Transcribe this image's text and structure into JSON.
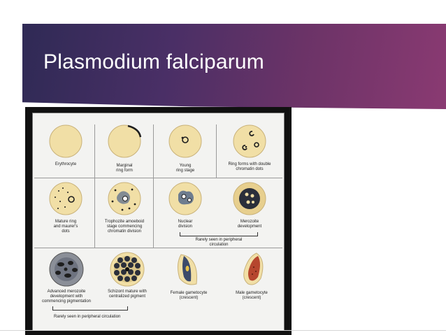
{
  "slide": {
    "title": "Plasmodium falciparum"
  },
  "figure": {
    "stages": [
      {
        "lines": [
          "Erythrocyte"
        ]
      },
      {
        "lines": [
          "Marginal",
          "ring form"
        ]
      },
      {
        "lines": [
          "Young",
          "ring stage"
        ]
      },
      {
        "lines": [
          "Ring forms with double",
          "chromatin dots"
        ]
      },
      {
        "lines": [
          "Mature ring",
          "and maurer's",
          "dots"
        ]
      },
      {
        "lines": [
          "Trophozite amoeboid",
          "stage commencing",
          "chromatin division"
        ]
      },
      {
        "lines": [
          "Nuclear",
          "division"
        ]
      },
      {
        "lines": [
          "Merozoite",
          "development"
        ]
      },
      {
        "lines": [
          "Advanced merozoite",
          "development with",
          "commencing pigmentation"
        ]
      },
      {
        "lines": [
          "Schizont mature with",
          "centralized pigment"
        ]
      },
      {
        "lines": [
          "Female gametocyte",
          "(crescent)"
        ]
      },
      {
        "lines": [
          "Male gametocyte",
          "(crescent)"
        ]
      }
    ],
    "notes": {
      "row2": [
        "Rarely seen in peripheral",
        "circulation"
      ],
      "row3": "Rarely seen in peripheral circulation"
    },
    "colors": {
      "erythrocyte": "#f1dfa6",
      "erythrocyte_rim": "#c9b27a",
      "chromatin": "#1e1e1e",
      "pigment": "#2b2f3a",
      "cytoplasm": "#6e7d8f",
      "gametocyte_female": "#3c4a6a",
      "gametocyte_male": "#b6462e"
    }
  }
}
